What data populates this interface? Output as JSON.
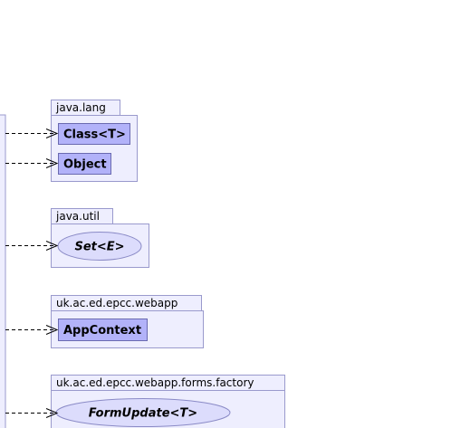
{
  "diagram": {
    "packages": [
      {
        "name": "java.lang",
        "classes": [
          {
            "label": "Class<T>",
            "kind": "class"
          },
          {
            "label": "Object",
            "kind": "class"
          }
        ]
      },
      {
        "name": "java.util",
        "classes": [
          {
            "label": "Set<E>",
            "kind": "interface"
          }
        ]
      },
      {
        "name": "uk.ac.ed.epcc.webapp",
        "classes": [
          {
            "label": "AppContext",
            "kind": "class"
          }
        ]
      },
      {
        "name": "uk.ac.ed.epcc.webapp.forms.factory",
        "classes": [
          {
            "label": "FormUpdate<T>",
            "kind": "interface"
          }
        ]
      }
    ],
    "colors": {
      "package_fill": "#eeeefe",
      "package_border": "#9a9acd",
      "class_fill": "#b2b2f9",
      "class_border": "#6a6ab0",
      "interface_fill": "#dcdcfc",
      "dependency_line": "#000000"
    }
  }
}
